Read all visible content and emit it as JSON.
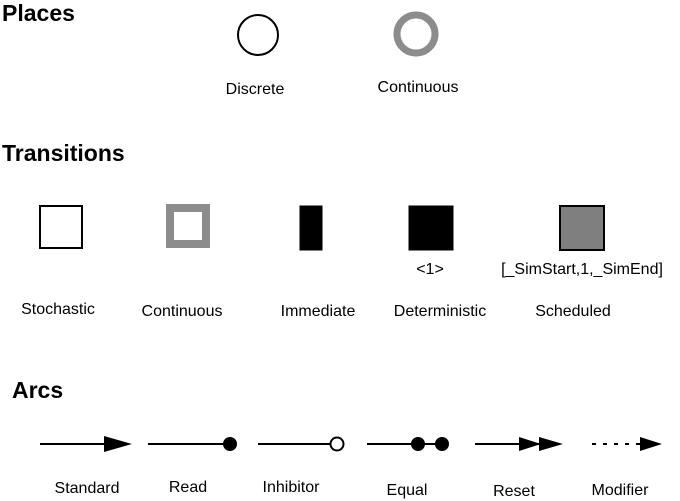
{
  "sections": {
    "places": "Places",
    "transitions": "Transitions",
    "arcs": "Arcs"
  },
  "places": [
    {
      "label": "Discrete"
    },
    {
      "label": "Continuous"
    }
  ],
  "transitions": [
    {
      "label": "Stochastic"
    },
    {
      "label": "Continuous"
    },
    {
      "label": "Immediate"
    },
    {
      "label": "Deterministic",
      "annotation": "<1>"
    },
    {
      "label": "Scheduled",
      "annotation": "[_SimStart,1,_SimEnd]"
    }
  ],
  "arcs": [
    {
      "label": "Standard"
    },
    {
      "label": "Read"
    },
    {
      "label": "Inhibitor"
    },
    {
      "label": "Equal"
    },
    {
      "label": "Reset"
    },
    {
      "label": "Modifier"
    }
  ],
  "colors": {
    "stroke": "#000000",
    "continuous_gray": "#8c8c8c",
    "scheduled_fill": "#7f7f7f"
  }
}
